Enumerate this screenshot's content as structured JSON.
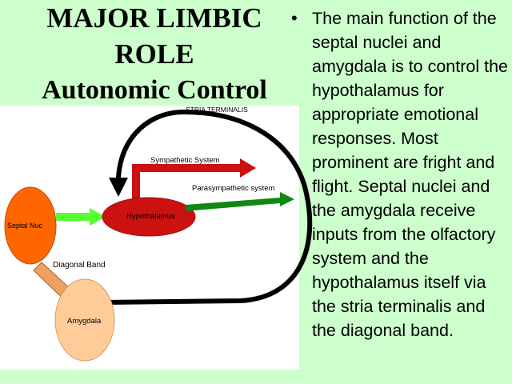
{
  "title": {
    "line1": "MAJOR LIMBIC",
    "line2": "ROLE",
    "line3": "Autonomic Control"
  },
  "bullet": {
    "marker": "•",
    "text": "The main function of the septal nuclei and amygdala is to control the hypothalamus for appropriate emotional responses.  Most prominent are fright and flight. Septal nuclei and the amygdala receive inputs from the olfactory system and the hypothalamus itself via the stria terminalis and the diagonal band."
  },
  "diagram": {
    "labels": {
      "stria": "STRIA TERMINALIS",
      "sympathetic": "Sympathetic System",
      "parasympathetic": "Parasympathetic system",
      "septal": "Septal Nuc",
      "hypothalamus": "Hypothalamus",
      "diagonal": "Diagonal Band",
      "amygdala": "Amygdala"
    },
    "colors": {
      "septal_fill": "#ff6600",
      "hypothalamus_fill": "#cc1111",
      "amygdala_fill": "#ffcc99",
      "green_arrow": "#55ff33",
      "sympathetic_arrow": "#cc1111",
      "parasympathetic_arrow": "#118811",
      "band": "#f0a060",
      "stria": "#000000"
    }
  }
}
